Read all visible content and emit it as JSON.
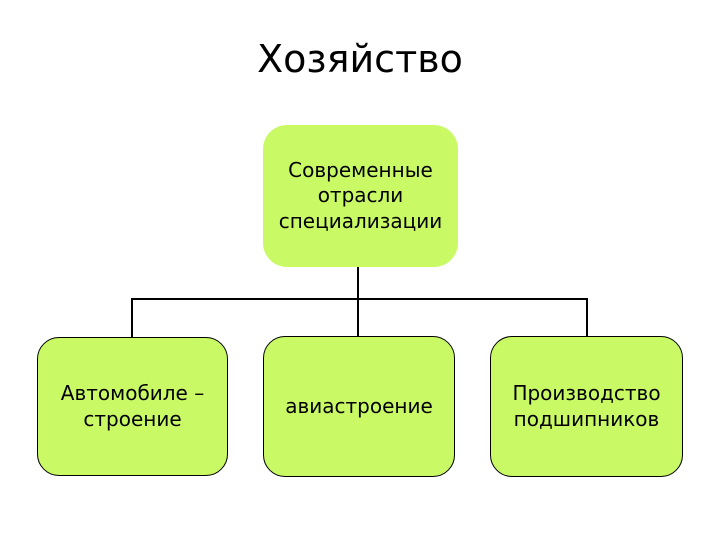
{
  "slide": {
    "title": "Хозяйство",
    "background": "#ffffff"
  },
  "diagram": {
    "root": {
      "label": "Современные\nотрасли\nспециализации"
    },
    "children": [
      {
        "label": "Автомобиле –\nстроение"
      },
      {
        "label": "авиастроение"
      },
      {
        "label": "Производство\nподшипников"
      }
    ],
    "style": {
      "node_fill": "#c9fa66",
      "node_border": "#000000",
      "connector_color": "#000000",
      "text_color": "#000000"
    }
  }
}
